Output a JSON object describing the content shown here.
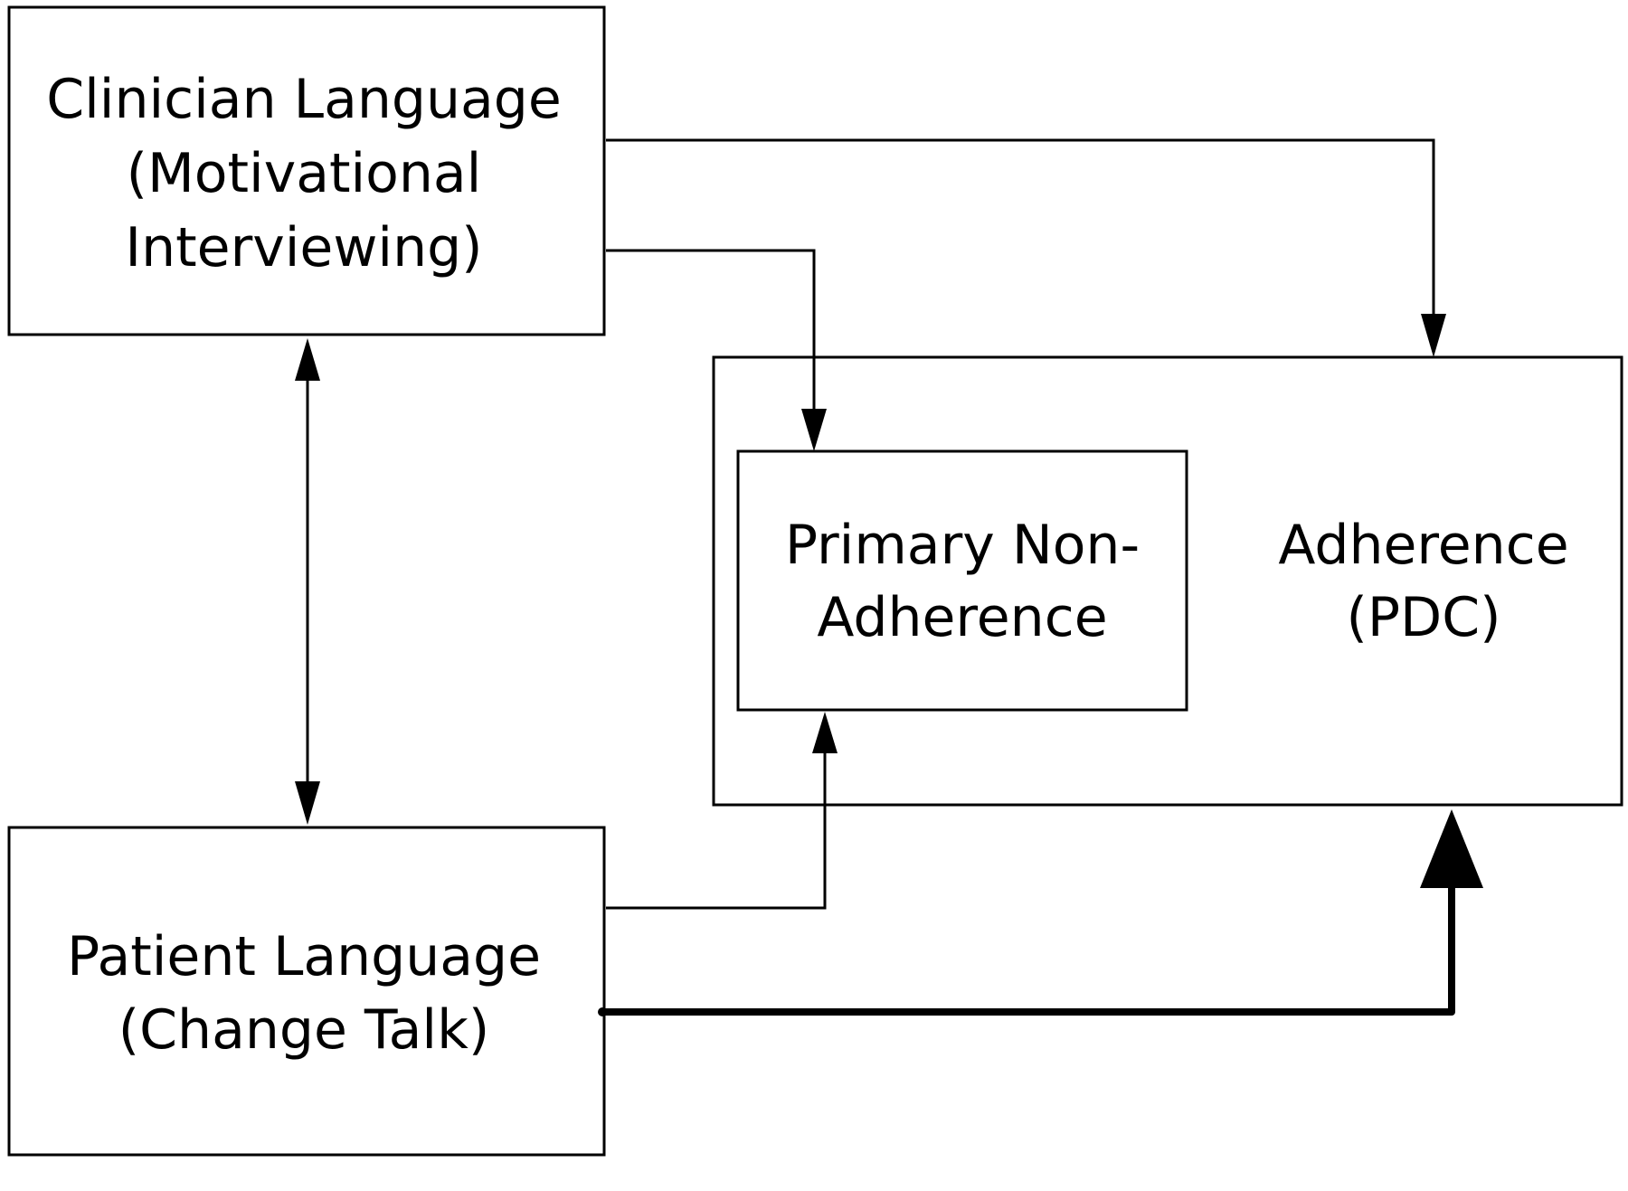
{
  "nodes": {
    "clinician": {
      "line1": "Clinician Language",
      "line2": "(Motivational",
      "line3": "Interviewing)"
    },
    "patient": {
      "line1": "Patient Language",
      "line2": "(Change Talk)"
    },
    "adherence": {
      "line1": "Adherence",
      "line2": "(PDC)"
    },
    "primary_non_adherence": {
      "line1": "Primary Non-",
      "line2": "Adherence"
    }
  },
  "edges": [
    {
      "from": "clinician",
      "to": "adherence",
      "style": "normal"
    },
    {
      "from": "clinician",
      "to": "primary_non_adherence",
      "style": "normal"
    },
    {
      "from": "clinician",
      "to": "patient",
      "style": "bidirectional"
    },
    {
      "from": "patient",
      "to": "primary_non_adherence",
      "style": "normal"
    },
    {
      "from": "patient",
      "to": "adherence",
      "style": "bold"
    }
  ],
  "colors": {
    "stroke": "#000000",
    "background": "#ffffff"
  }
}
